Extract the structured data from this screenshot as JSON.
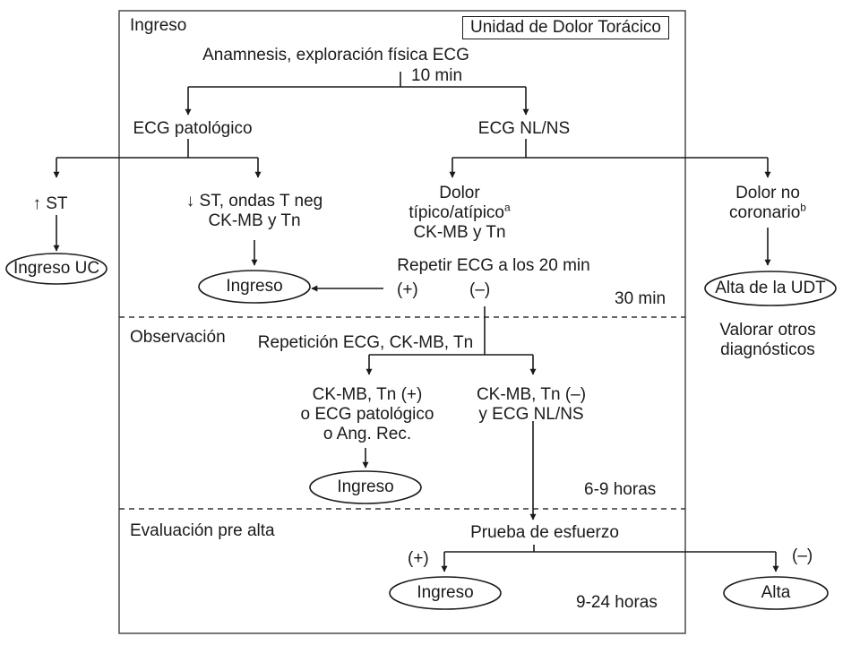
{
  "sections": {
    "ingreso": "Ingreso",
    "observacion": "Observación",
    "evaluacion": "Evaluación pre alta"
  },
  "unit_label": "Unidad de Dolor Torácico",
  "nodes": {
    "anamnesis": "Anamnesis, exploración física ECG",
    "ten_min": "10 min",
    "ecg_patologico": "ECG patológico",
    "ecg_nl_ns": "ECG NL/NS",
    "st_up": "↑ ST",
    "st_down_line1": "↓ ST, ondas T neg",
    "st_down_line2": "CK-MB y Tn",
    "dolor_tipico_line1": "Dolor",
    "dolor_tipico_line2": "típico/atípico",
    "dolor_tipico_sup": "a",
    "dolor_tipico_line3": "CK-MB y Tn",
    "dolor_no_line1": "Dolor no",
    "dolor_no_line2": "coronario",
    "dolor_no_sup": "b",
    "ingreso_uc": "Ingreso UC",
    "repetir_ecg": "Repetir ECG a los 20 min",
    "plus": "(+)",
    "minus": "(–)",
    "ingreso_1": "Ingreso",
    "alta_udt": "Alta de la UDT",
    "valorar": "Valorar otros\ndiagnósticos",
    "thirty_min": "30 min",
    "repeticion": "Repetición ECG, CK-MB, Tn",
    "ckmb_pos": "CK-MB, Tn (+)\no ECG patológico\no Ang. Rec.",
    "ckmb_neg": "CK-MB, Tn (–)\ny ECG NL/NS",
    "ingreso_2": "Ingreso",
    "six_nine": "6-9 horas",
    "prueba": "Prueba de esfuerzo",
    "plus_2": "(+)",
    "minus_2": "(–)",
    "ingreso_3": "Ingreso",
    "nine_24": "9-24 horas",
    "alta": "Alta"
  },
  "colors": {
    "ink": "#1a1a1a",
    "frame": "#555555"
  }
}
